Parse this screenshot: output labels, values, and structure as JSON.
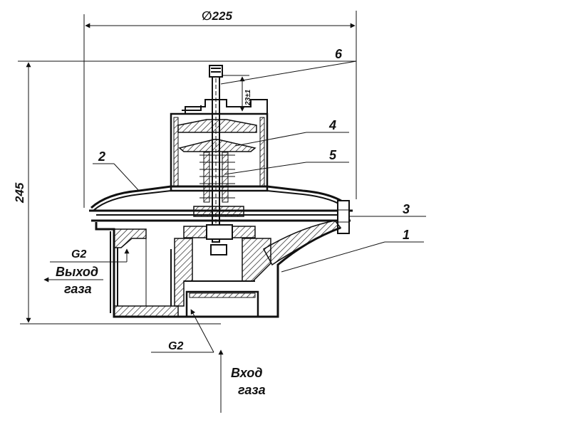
{
  "dimensions": {
    "diameter": "∅225",
    "height": "245",
    "stroke": "23±1"
  },
  "thread_labels": {
    "outlet": "G2",
    "inlet": "G2"
  },
  "flow_labels": {
    "outlet_line1": "Выход",
    "outlet_line2": "газа",
    "inlet_line1": "Вход",
    "inlet_line2": "газа"
  },
  "callouts": [
    "1",
    "2",
    "3",
    "4",
    "5",
    "6"
  ]
}
